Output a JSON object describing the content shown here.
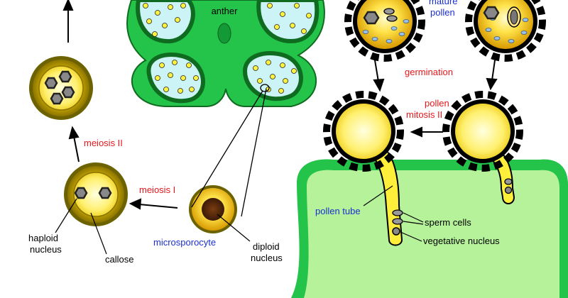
{
  "labels": {
    "anther": "anther",
    "mature_pollen": "mature",
    "mature_pollen_2": "pollen",
    "germination": "germination",
    "pollen_mitosis": "pollen",
    "pollen_mitosis_2": "mitosis II",
    "meiosis_ii": "meiosis II",
    "meiosis_i": "meiosis I",
    "pollen_tube": "pollen tube",
    "sperm_cells": "sperm cells",
    "vegetative_nucleus": "vegetative nucleus",
    "microsporocyte": "microsporocyte",
    "diploid_nucleus": "diploid",
    "diploid_nucleus_2": "nucleus",
    "haploid_nucleus": "haploid",
    "haploid_nucleus_2": "nucleus",
    "callose": "callose"
  },
  "colors": {
    "red_label": "#e8171b",
    "blue_label": "#1a2fd0",
    "black_label": "#000000",
    "tissue_green": "#24c44a",
    "tissue_light": "#b6f29a",
    "locule": "#ccf3f6",
    "gold": "#e6c21a"
  }
}
